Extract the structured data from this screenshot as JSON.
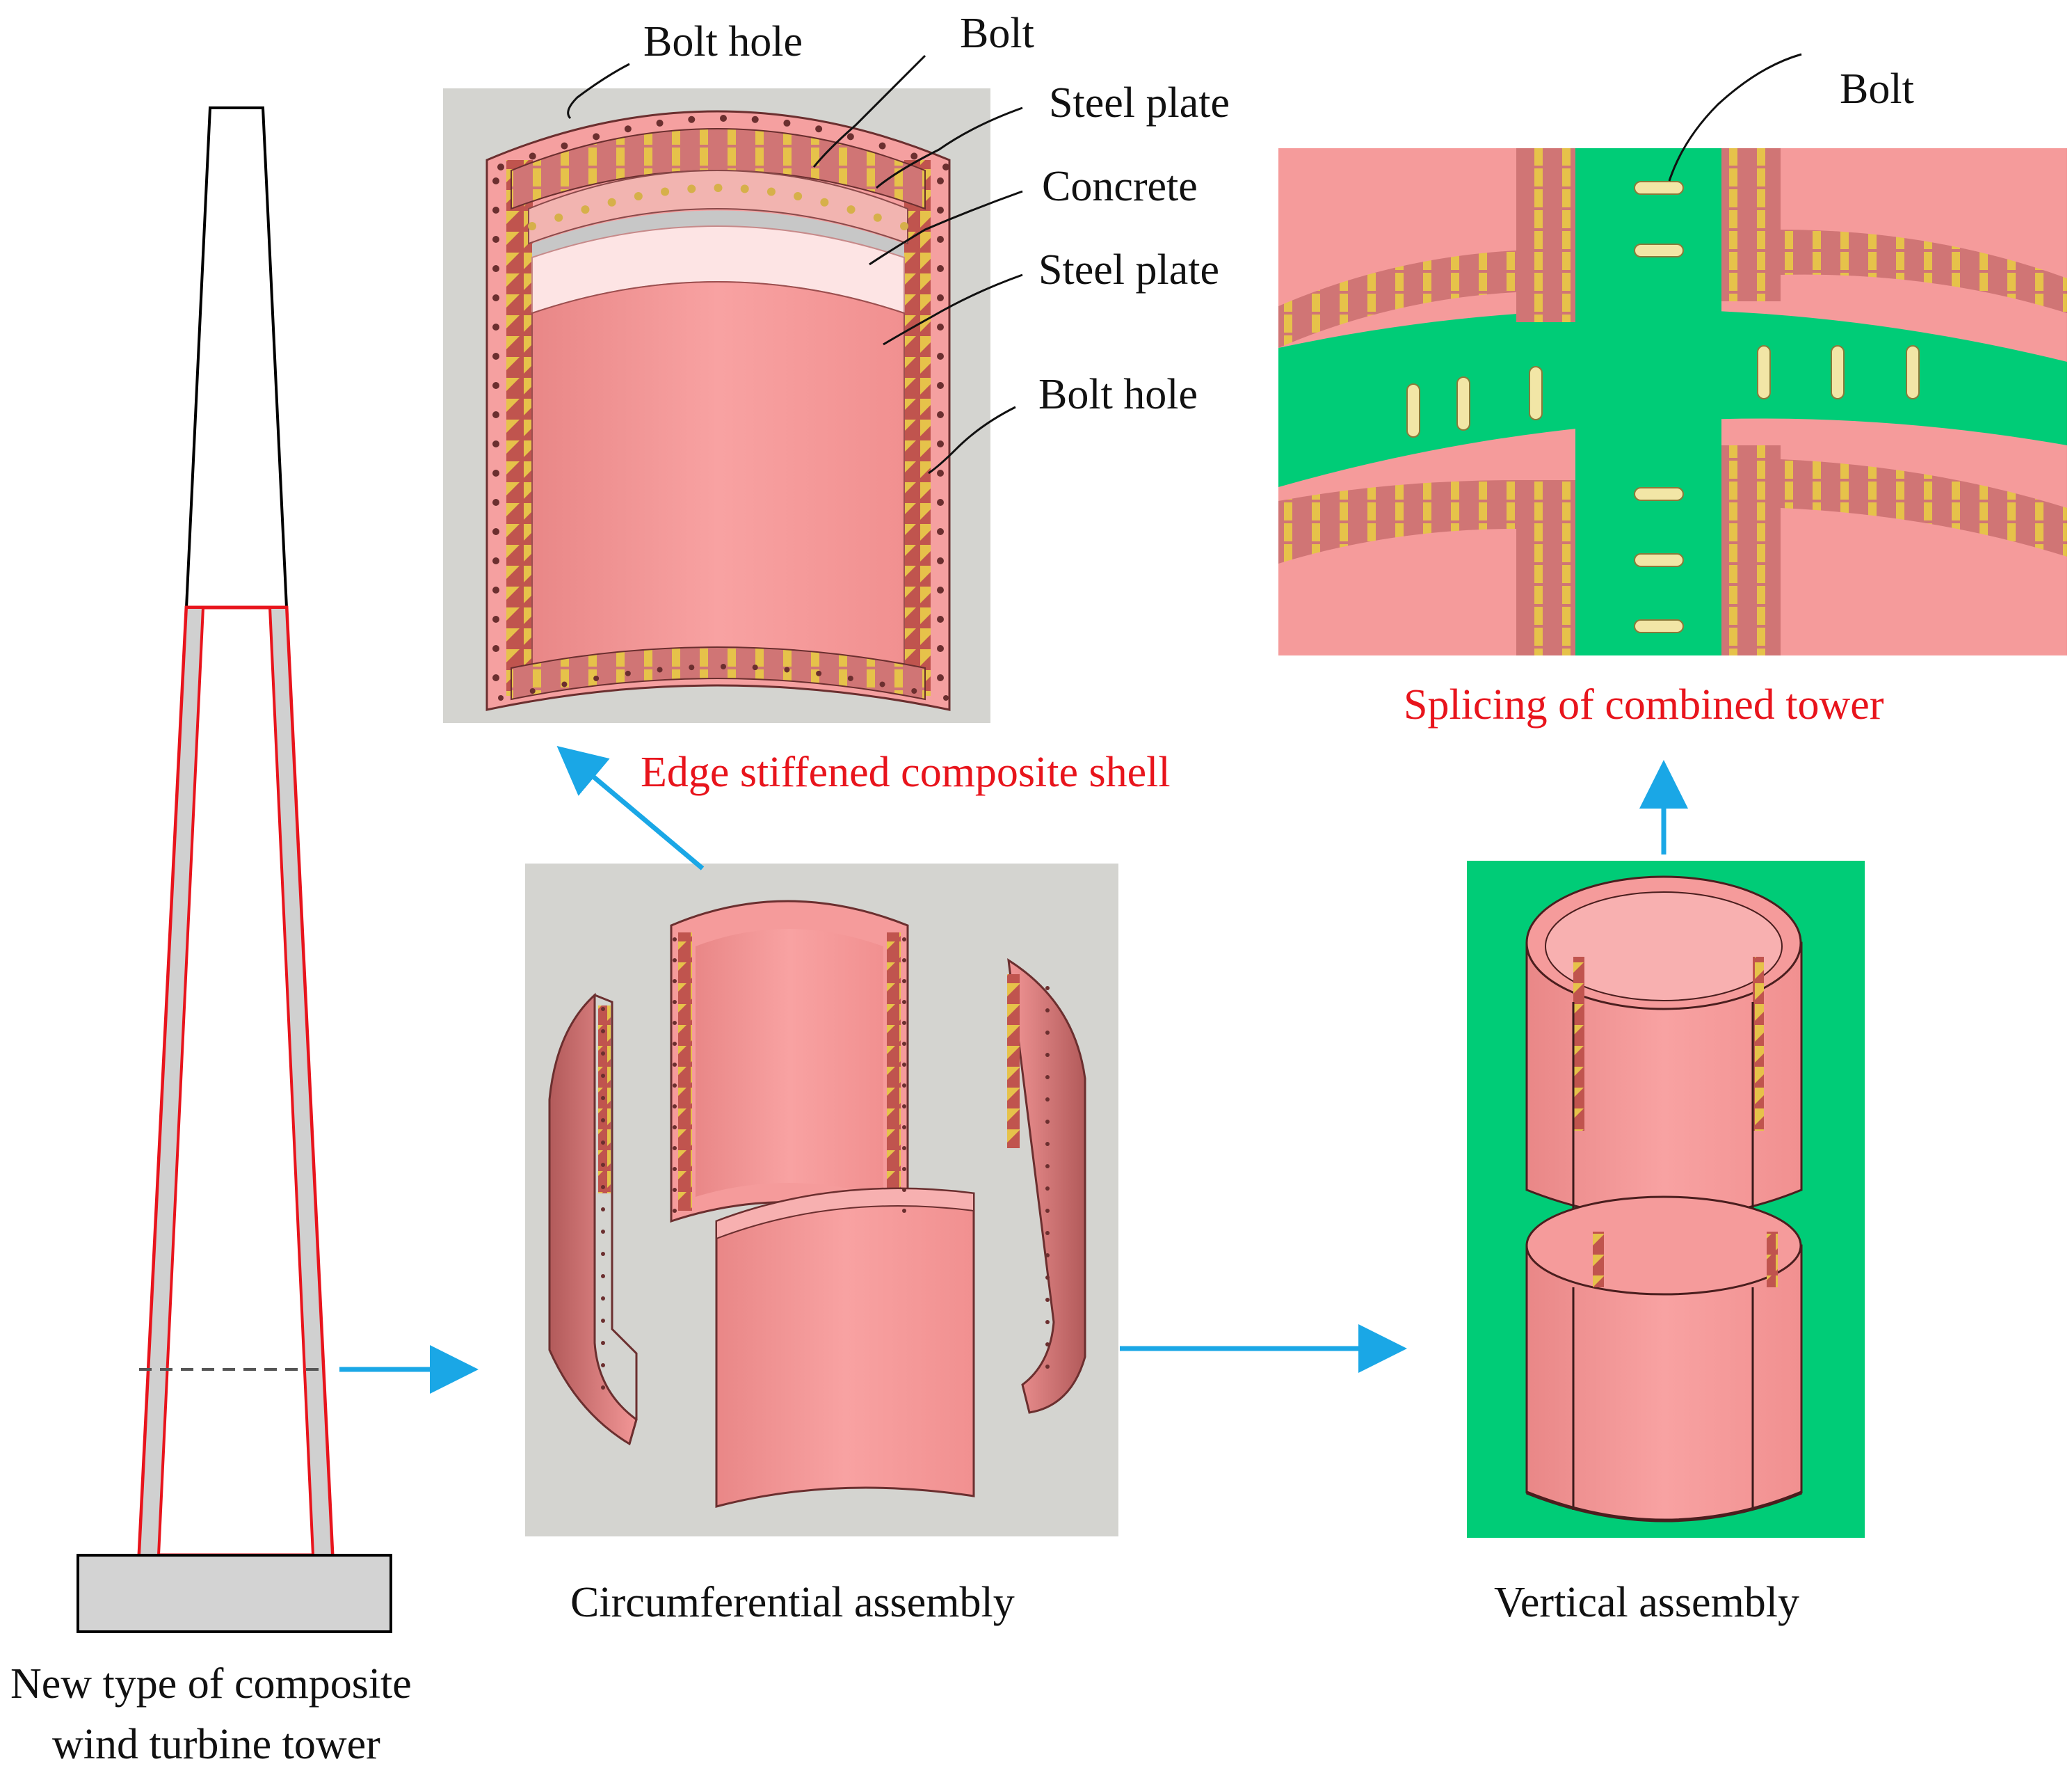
{
  "labels": {
    "bolt_hole_top": "Bolt hole",
    "bolt_top": "Bolt",
    "steel_plate_1": "Steel plate",
    "concrete": "Concrete",
    "steel_plate_2": "Steel plate",
    "bolt_hole_right": "Bolt hole",
    "bolt_splice": "Bolt",
    "edge_shell": "Edge stiffened composite shell",
    "splicing": "Splicing of combined tower",
    "circumferential": "Circumferential assembly",
    "vertical": "Vertical assembly",
    "tower_line1": "New type of composite",
    "tower_line2": "wind turbine tower"
  },
  "colors": {
    "shell_pink": "#f59b9b",
    "shell_dark": "#c96a6a",
    "stiffener_yellow": "#e6c24a",
    "panel_grey": "#d4d4d0",
    "panel_green": "#00cc77",
    "arrow_blue": "#1aa7e6",
    "highlight_red": "#e8141c"
  }
}
